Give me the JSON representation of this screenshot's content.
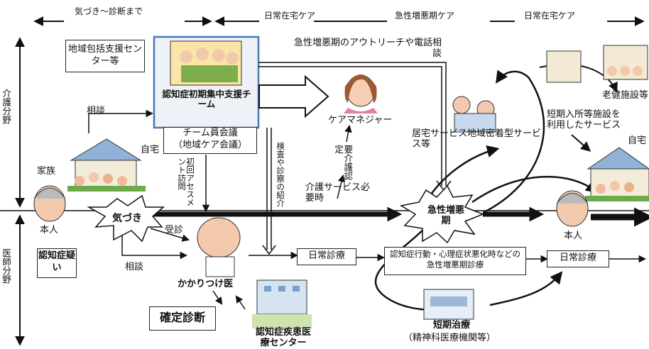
{
  "timeline": {
    "phase1": "気づき～診断まで",
    "phase2": "日常在宅ケア",
    "phase3": "急性増悪期ケア",
    "phase4": "日常在宅ケア"
  },
  "rows": {
    "care_field": "介護分野",
    "medical_field": "医師分野"
  },
  "boxes": {
    "center": "地域包括支援センター等",
    "team": "認知症初期集中支援チーム",
    "meeting_line1": "チーム員会議",
    "meeting_line2": "（地域ケア会議）",
    "routine_exam1": "日常診療",
    "acute_exam": "認知症行動・心理症状悪化時などの急性増悪期診療",
    "routine_exam2": "日常診療",
    "suspected": "認知症疑い",
    "diagnosis": "確定診断"
  },
  "labels": {
    "outreach": "急性増悪期のアウトリーチや電話相談",
    "care_manager": "ケアマネジャー",
    "home_services": "居宅サービス地域密着型サービス等",
    "short_stay": "短期入所等施設を利用したサービス",
    "elderly_facility": "老健施設等",
    "home_left": "自宅",
    "home_right": "自宅",
    "family": "家族",
    "patient_left": "本人",
    "patient_right": "本人",
    "consult_top": "相談",
    "consult_bottom": "相談",
    "visit": "受診",
    "care_cert": "要介護認定",
    "care_needed": "介護サービス必要時",
    "assessment": "初回アセスメント訪問",
    "referral": "検査や診察の紹介",
    "gp": "かかりつけ医",
    "dementia_center": "認知症疾患医療センター",
    "short_treatment1": "短期治療",
    "short_treatment2": "（精神科医療機関等）",
    "notice": "気づき",
    "acute_star": "急性増悪期"
  },
  "colors": {
    "team_border": "#4a78b8",
    "team_fill": "#eef1f5",
    "arrow": "#111111"
  }
}
